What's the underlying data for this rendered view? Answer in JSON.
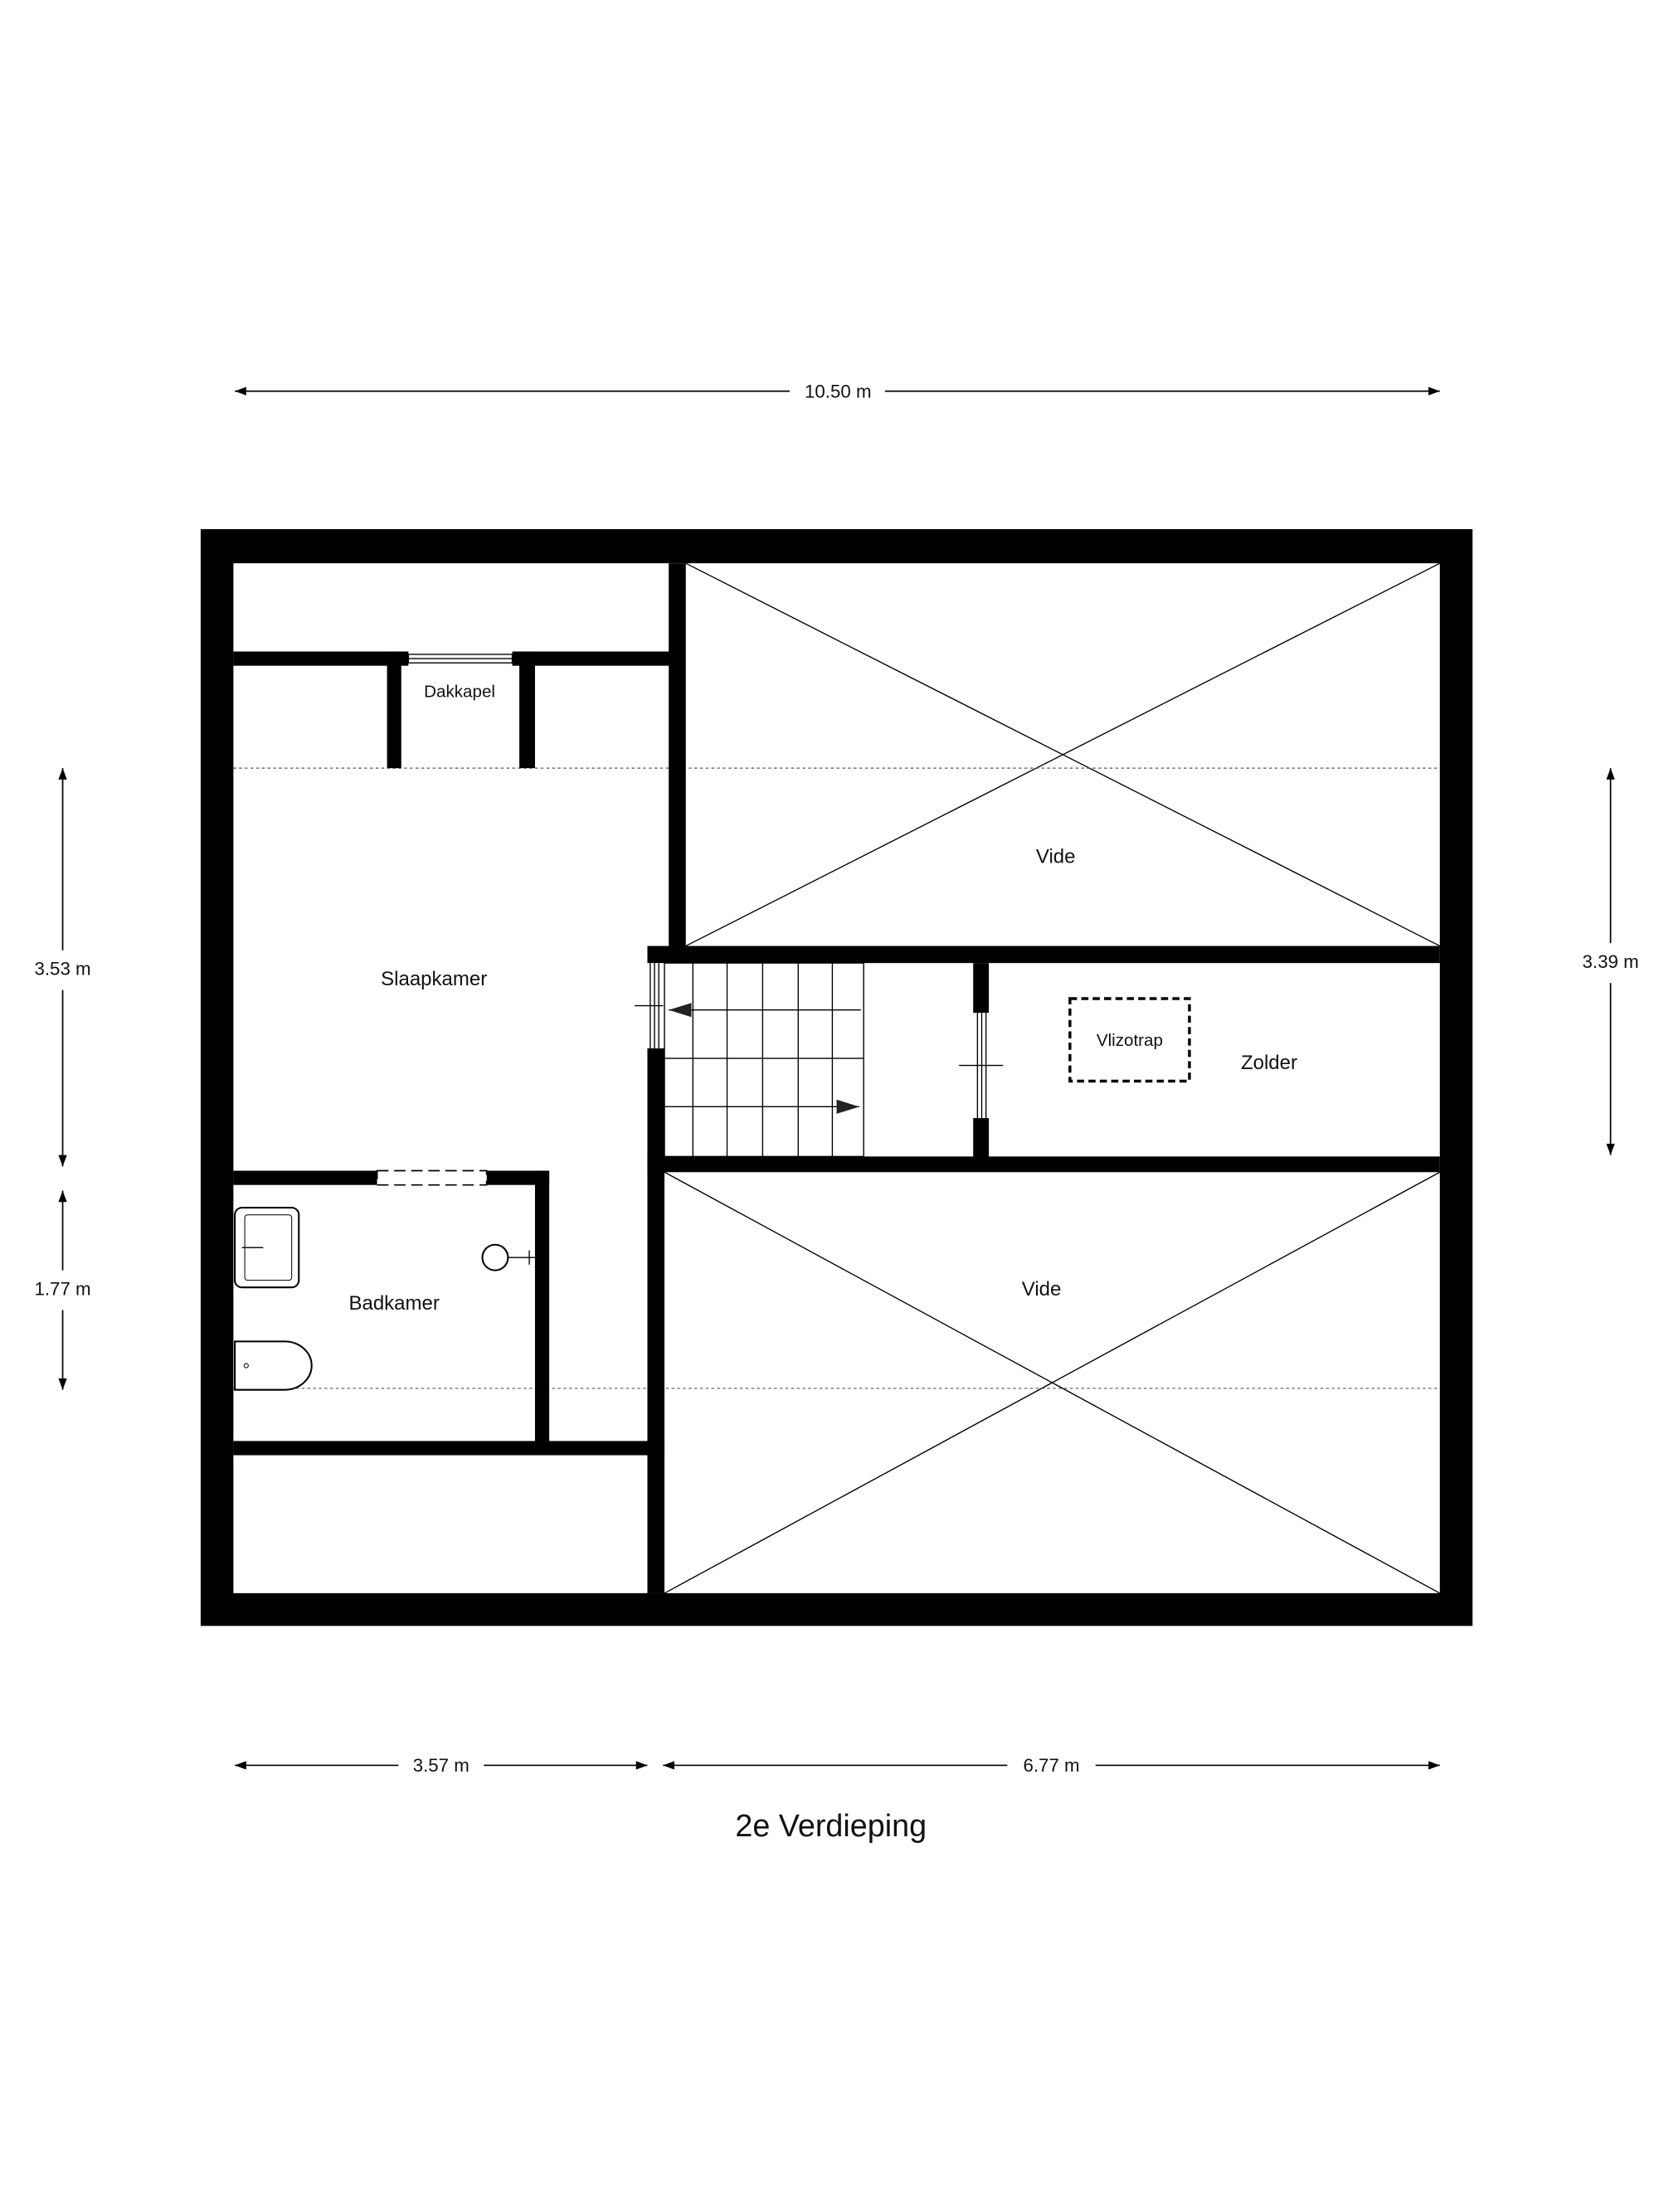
{
  "floor_title": "2e Verdieping",
  "rooms": {
    "dakkapel": "Dakkapel",
    "slaapkamer": "Slaapkamer",
    "vide_top": "Vide",
    "vlizotrap": "Vlizotrap",
    "zolder": "Zolder",
    "badkamer": "Badkamer",
    "vide_bottom": "Vide"
  },
  "dimensions": {
    "top_width": "10.50 m",
    "left_upper": "3.53 m",
    "left_lower": "1.77 m",
    "right": "3.39 m",
    "bottom_left": "3.57 m",
    "bottom_right": "6.77 m"
  }
}
